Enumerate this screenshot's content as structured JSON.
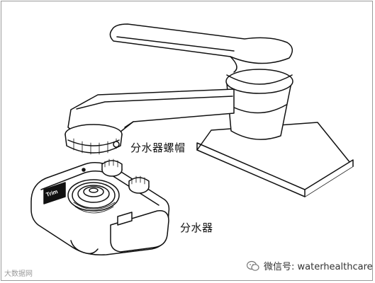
{
  "labels": {
    "diverter_cap": "分水器螺帽",
    "diverter": "分水器"
  },
  "device_brand": "Trim",
  "watermark": {
    "wechat": "微信号: waterhealthcare",
    "left_mark": "大数据网"
  },
  "colors": {
    "line": "#111111",
    "frame": "#9a9a9a",
    "label_plate": "#111111"
  }
}
